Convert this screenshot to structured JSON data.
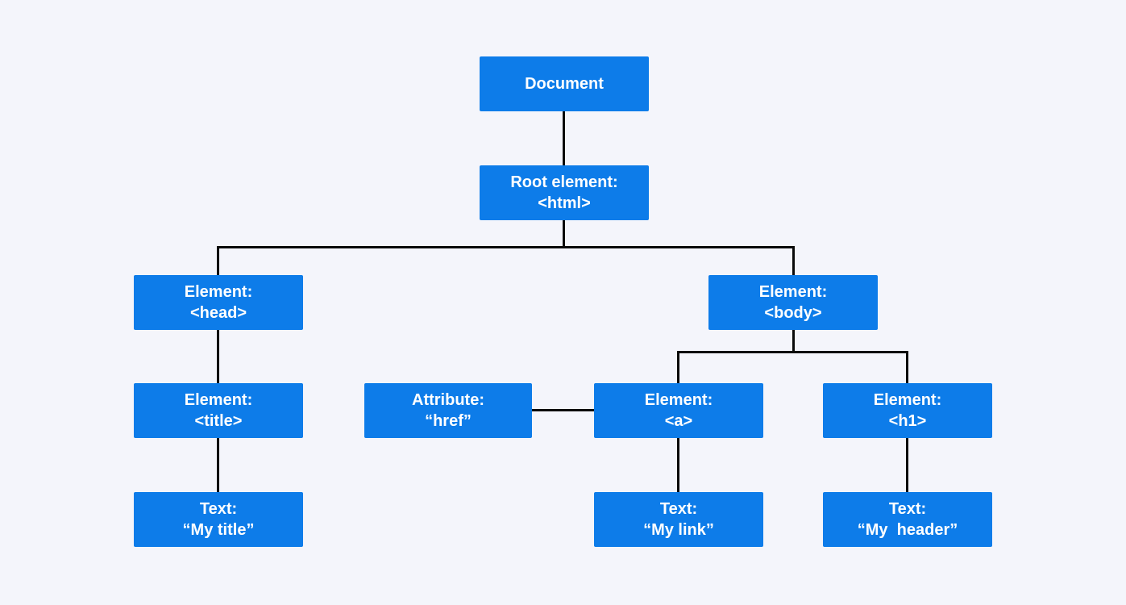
{
  "diagram_type": "dom-tree",
  "colors": {
    "node_fill": "#0d7ce9",
    "node_text": "#ffffff",
    "connector": "#0a0a0a",
    "background": "#f4f5fb"
  },
  "nodes": {
    "document": {
      "line1": "Document"
    },
    "root": {
      "line1": "Root element:",
      "line2": "<html>"
    },
    "head": {
      "line1": "Element:",
      "line2": "<head>"
    },
    "body": {
      "line1": "Element:",
      "line2": "<body>"
    },
    "title_el": {
      "line1": "Element:",
      "line2": "<title>"
    },
    "href_attr": {
      "line1": "Attribute:",
      "line2": "“href”"
    },
    "anchor": {
      "line1": "Element:",
      "line2": "<a>"
    },
    "h1": {
      "line1": "Element:",
      "line2": "<h1>"
    },
    "text_title": {
      "line1": "Text:",
      "line2": "“My title”"
    },
    "text_link": {
      "line1": "Text:",
      "line2": "“My link”"
    },
    "text_header": {
      "line1": "Text:",
      "line2": "“My  header”"
    }
  }
}
